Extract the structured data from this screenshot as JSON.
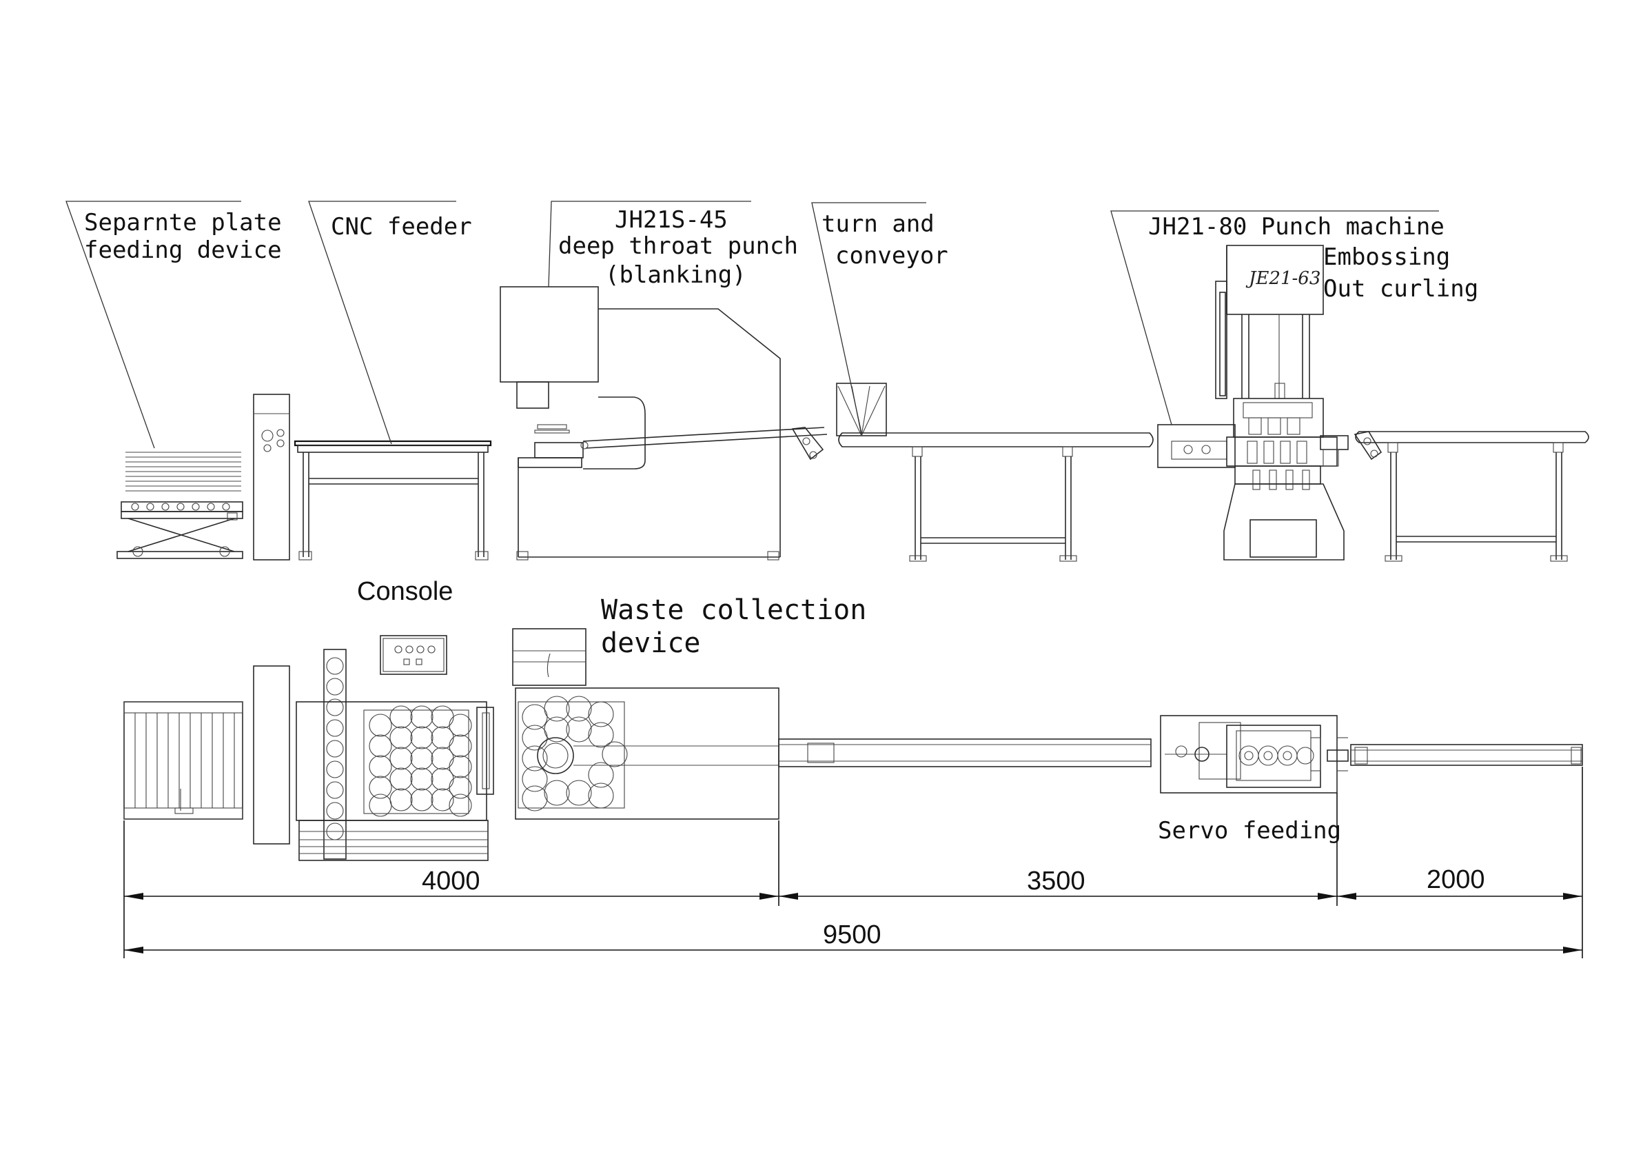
{
  "labels": {
    "separate_plate_line1": "Separnte plate",
    "separate_plate_line2": "feeding device",
    "cnc_feeder": "CNC feeder",
    "punch45_line1": "JH21S-45",
    "punch45_line2": "deep throat punch",
    "punch45_line3": "(blanking)",
    "turn_line1": "turn and",
    "turn_line2": "conveyor",
    "punch80": "JH21-80  Punch machine",
    "embossing": "Embossing",
    "out_curling": "Out curling",
    "je_plate": "JE21-63",
    "console": "Console",
    "waste_line1": "Waste collection",
    "waste_line2": "device",
    "servo_feeding": "Servo feeding"
  },
  "dimensions": {
    "seg1": "4000",
    "seg2": "3500",
    "seg3": "2000",
    "total": "9500"
  }
}
